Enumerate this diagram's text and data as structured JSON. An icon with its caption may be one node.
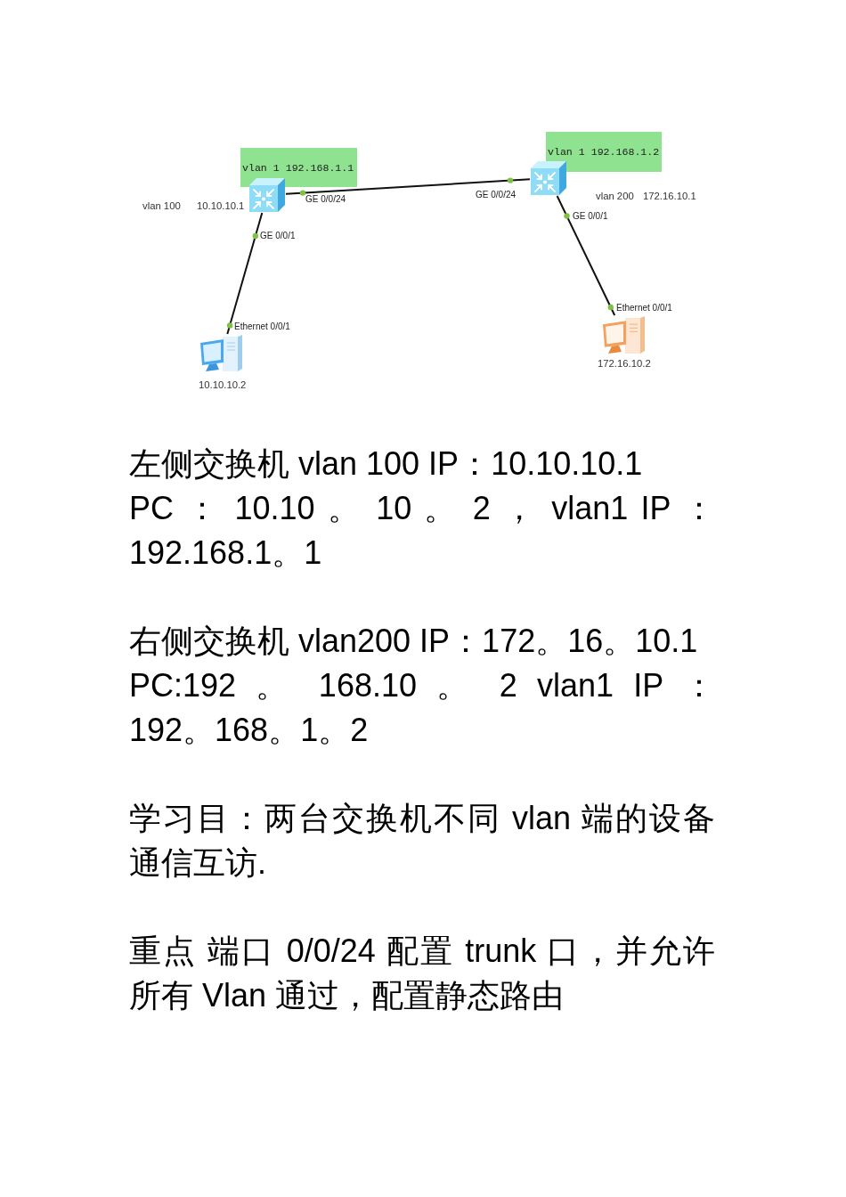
{
  "diagram": {
    "nodes": [
      {
        "text": [
          "vlan 1 192.168.1.1"
        ]
      },
      {
        "text": [],
        "shape": "picture",
        "beside": [
          "vlan 100",
          "10.10.10.1",
          "GE 0/0/1"
        ]
      },
      {
        "text": [
          "vlan 1 192.168.1.2"
        ]
      },
      {
        "text": [],
        "shape": "picture",
        "beside": [
          "vlan 200",
          "172.16.10.1",
          "GE 0/0/24",
          "GE 0/0/1"
        ]
      },
      {
        "text": [],
        "shape": "picture",
        "beside": [
          "10.10.10.2",
          "Ethernet 0/0/1"
        ]
      },
      {
        "text": [],
        "shape": "picture",
        "beside": [
          "172.16.10.2",
          "Ethernet 0/0/1"
        ]
      }
    ],
    "edges": [
      {
        "from": 1,
        "to": 3,
        "arrow": "none"
      },
      {
        "from": 1,
        "to": 4,
        "arrow": "none"
      },
      {
        "from": 3,
        "to": 5,
        "arrow": "none"
      }
    ],
    "labels": [
      "GE 0/0/24",
      "左侧交换机 vlan 100 IP：10.10.10.1",
      "PC ： 10.10 。 10 。 2 ， vlan1 IP ： 192.168.1。1",
      "右侧交换机 vlan200 IP：172。16。10.1",
      "PC:192 。 168.10 。 2 vlan1 IP ： 192。168。1。2",
      "学习目：两台交换机不同 vlan 端的设备通信互访.",
      "重点 端口 0/0/24 配置 trunk 口，并允许所有 Vlan 通过，配置静态路由"
    ]
  }
}
